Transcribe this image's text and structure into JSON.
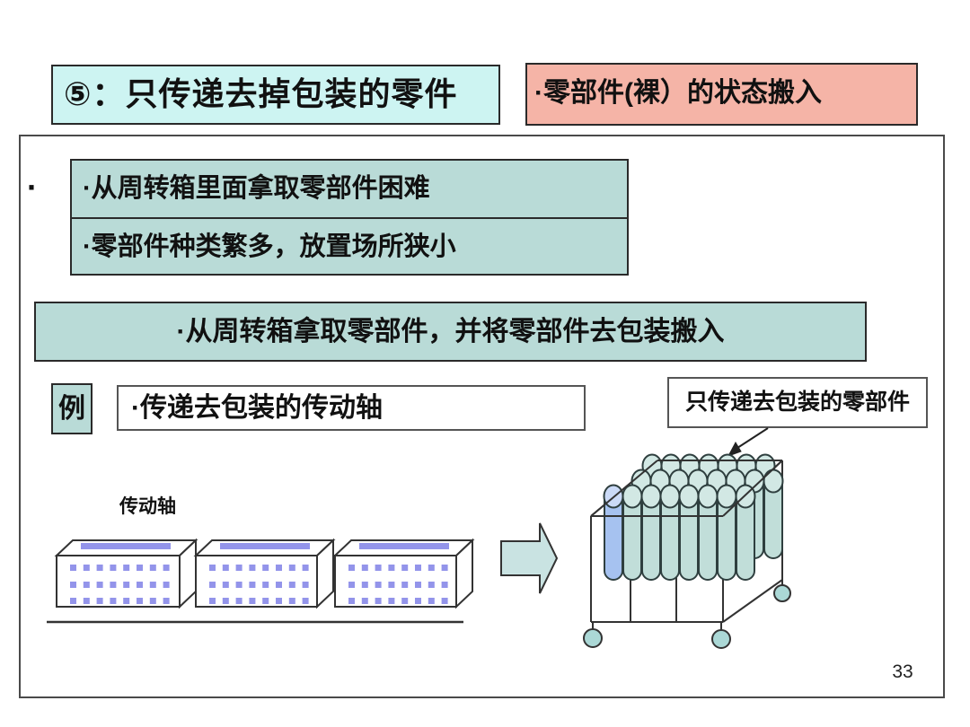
{
  "slide": {
    "title_box": "⑤：只传递去掉包装的零件",
    "state_box": "·零部件(裸）的状态搬入",
    "lead_bullet": "·",
    "problems": [
      "·从周转箱里面拿取零部件困难",
      "·零部件种类繁多，放置场所狭小"
    ],
    "solution": "·从周转箱拿取零部件，并将零部件去包装搬入",
    "example_tag": "例",
    "example_text": "·传递去包装的传动轴",
    "callout": "只传递去包装的零部件",
    "diagram_label": "传动轴",
    "page_number": "33",
    "colors": {
      "title_bg": "#cdf4f2",
      "state_bg": "#f5b4a7",
      "panel_bg": "#b9dbd7",
      "dot_purple": "#9394ea",
      "pill_teal": "#c1ded9",
      "pill_teal_top": "#d2e8e4",
      "pill_blue": "#a6c2f0",
      "pill_blue_top": "#cbdaf7",
      "wheel": "#abd8d6",
      "flow_arrow": "#c9e3e2",
      "line": "#333333"
    }
  }
}
